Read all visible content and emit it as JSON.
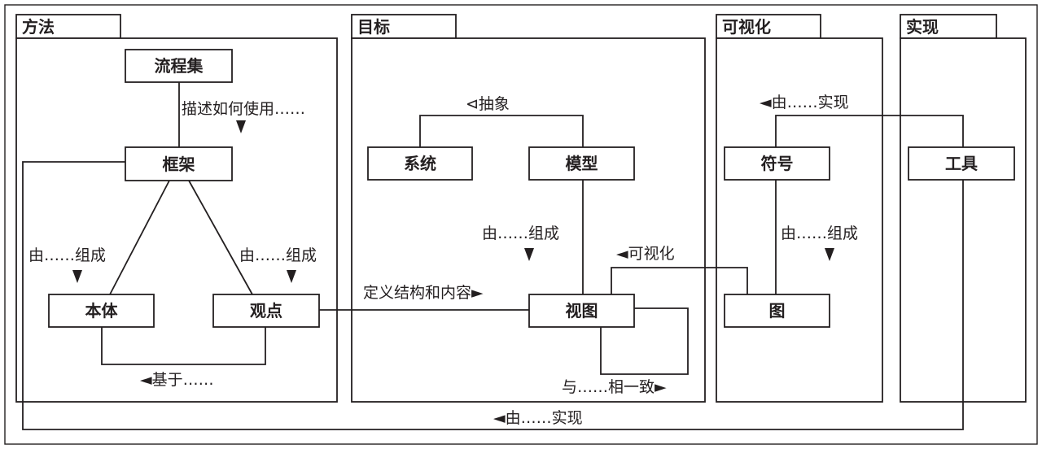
{
  "packages": {
    "method": "方法",
    "goal": "目标",
    "visualization": "可视化",
    "implementation": "实现"
  },
  "nodes": {
    "process_set": "流程集",
    "framework": "框架",
    "ontology": "本体",
    "viewpoint": "观点",
    "system": "系统",
    "model": "模型",
    "view": "视图",
    "symbol": "符号",
    "figure": "图",
    "tool": "工具"
  },
  "relations": {
    "describes_usage": "描述如何使用……",
    "composed_left": "由……组成",
    "composed_right": "由……组成",
    "based_on": "◄基于……",
    "abstraction": "⊲抽象",
    "composed_model": "由……组成",
    "defines_structure": "定义结构和内容►",
    "visualizes": "◄可视化",
    "consistent_with": "与……相一致►",
    "implemented_by_vis": "◄由……实现",
    "composed_symbol": "由……组成",
    "implemented_by_bottom": "◄由……实现"
  },
  "colors": {
    "stroke": "#231f20",
    "background": "#ffffff"
  }
}
